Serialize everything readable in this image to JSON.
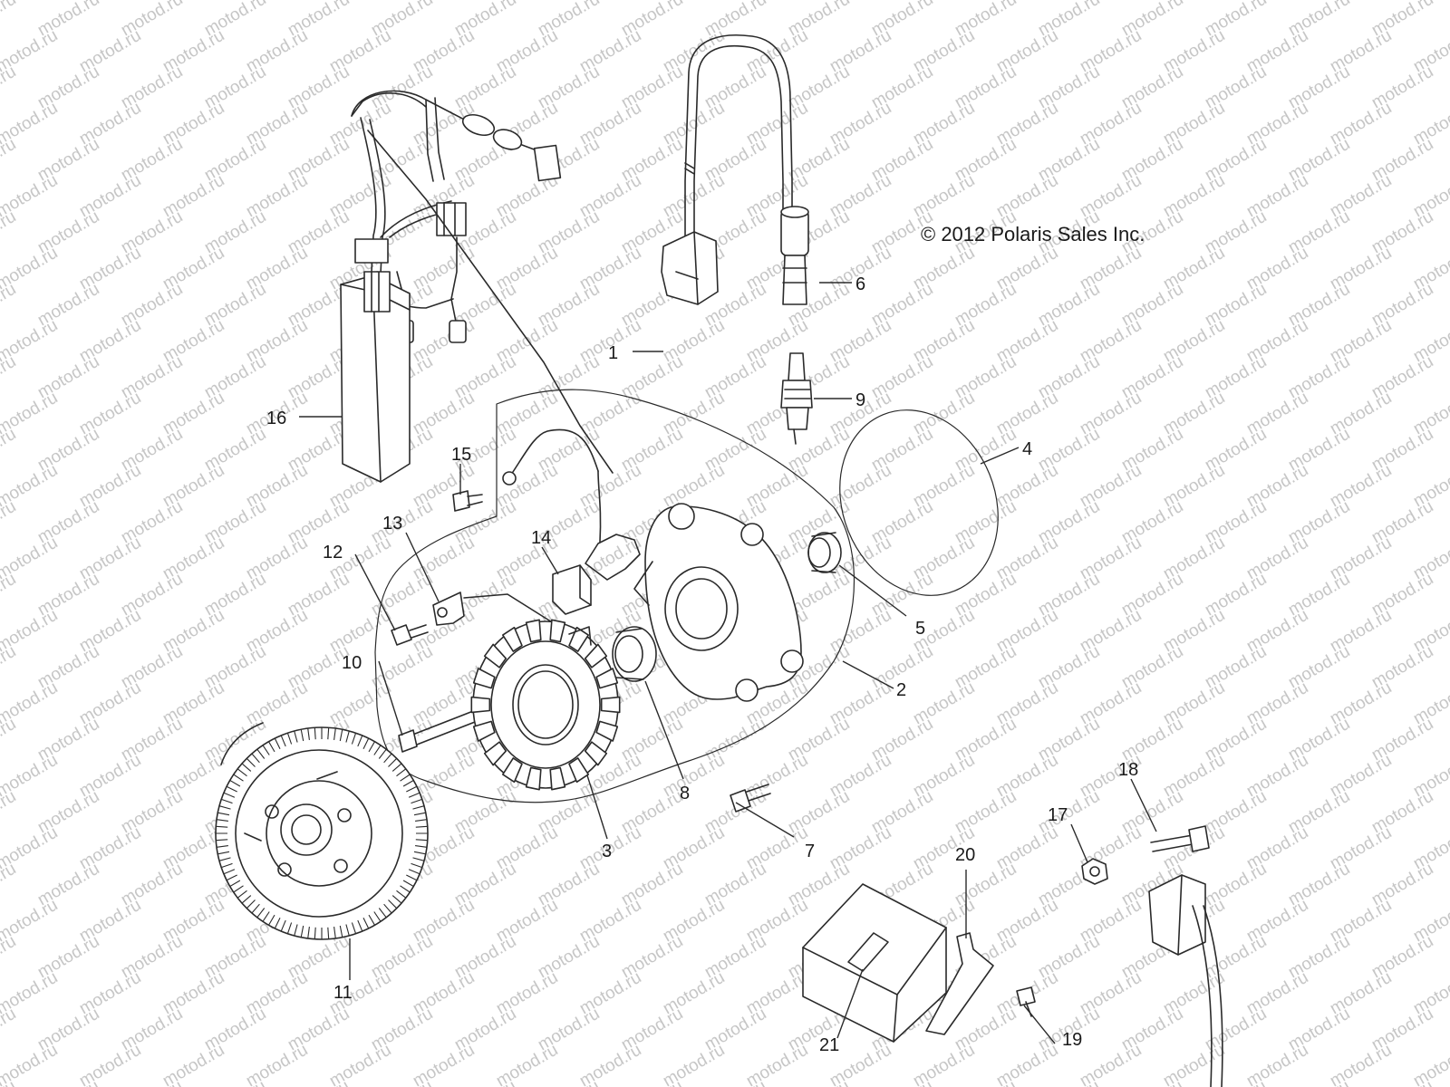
{
  "watermark": "motod.ru",
  "copyright": "© 2012 Polaris Sales Inc.",
  "callouts": {
    "c1": "1",
    "c2": "2",
    "c3": "3",
    "c4": "4",
    "c5": "5",
    "c6": "6",
    "c7": "7",
    "c8": "8",
    "c9": "9",
    "c10": "10",
    "c11": "11",
    "c12": "12",
    "c13": "13",
    "c14": "14",
    "c15": "15",
    "c16": "16",
    "c17": "17",
    "c18": "18",
    "c19": "19",
    "c20": "20",
    "c21": "21"
  }
}
